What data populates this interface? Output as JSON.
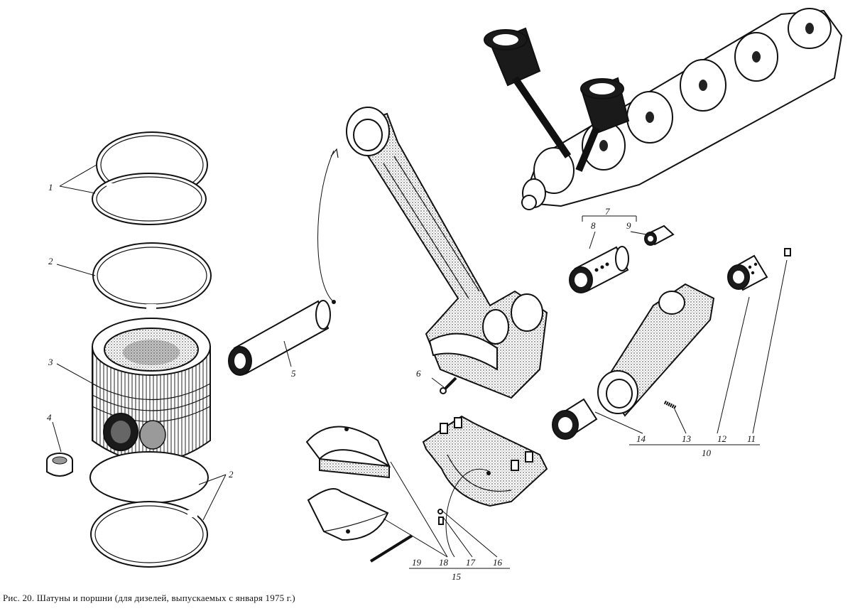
{
  "caption": "Рис. 20. Шатуны и поршни (для дизелей, выпускаемых с января 1975 г.)",
  "callouts": {
    "c1": "1",
    "c2a": "2",
    "c2b": "2",
    "c3": "3",
    "c4": "4",
    "c5": "5",
    "c6": "6",
    "c7": "7",
    "c8": "8",
    "c9": "9",
    "c10": "10",
    "c11": "11",
    "c12": "12",
    "c13": "13",
    "c14": "14",
    "c15": "15",
    "c16": "16",
    "c17": "17",
    "c18": "18",
    "c19": "19"
  }
}
